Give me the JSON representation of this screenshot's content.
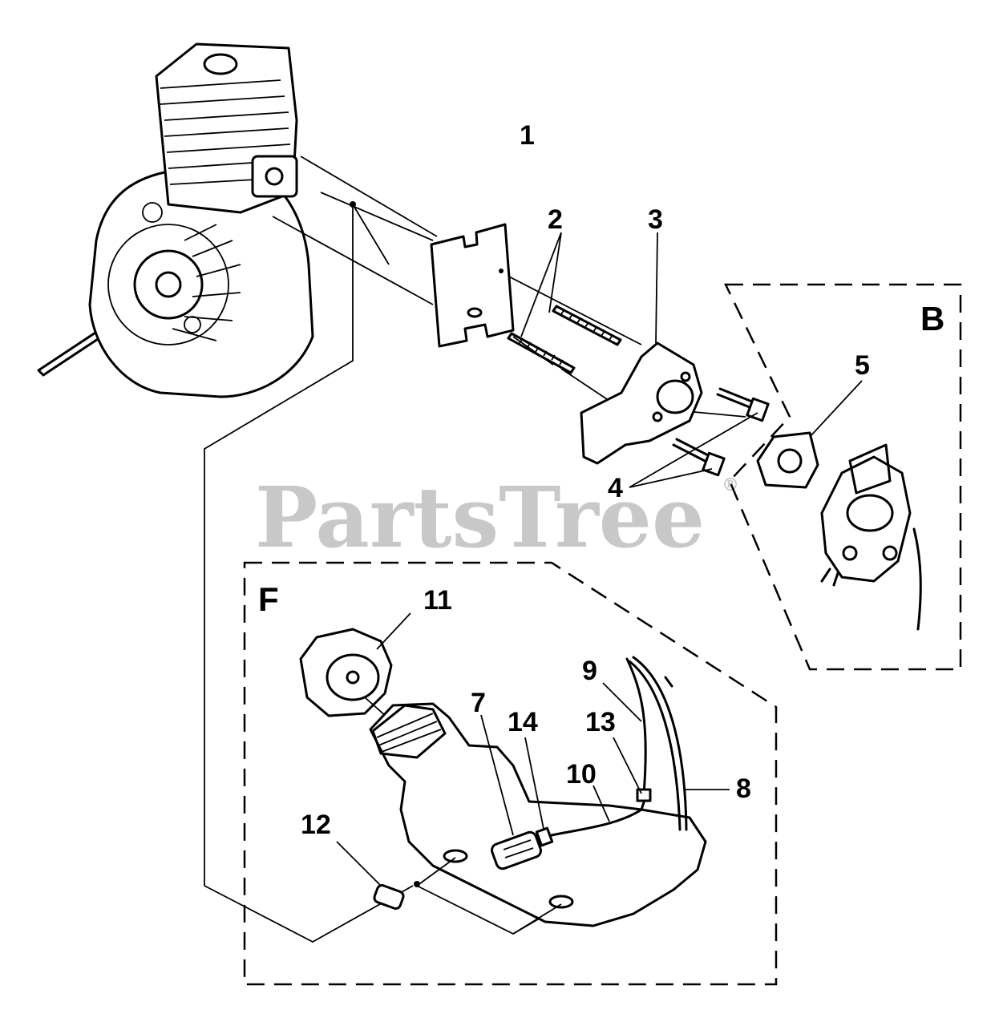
{
  "watermark": {
    "text": "PartsTree",
    "mark": "®"
  },
  "sections": {
    "b": "B",
    "f": "F"
  },
  "callouts": {
    "c1": "1",
    "c2": "2",
    "c3": "3",
    "c4": "4",
    "c5": "5",
    "c7": "7",
    "c8": "8",
    "c9": "9",
    "c10": "10",
    "c11": "11",
    "c12": "12",
    "c13": "13",
    "c14": "14"
  },
  "colors": {
    "ink": "#000000",
    "watermark": "#c8c8c8",
    "paper": "#ffffff"
  }
}
